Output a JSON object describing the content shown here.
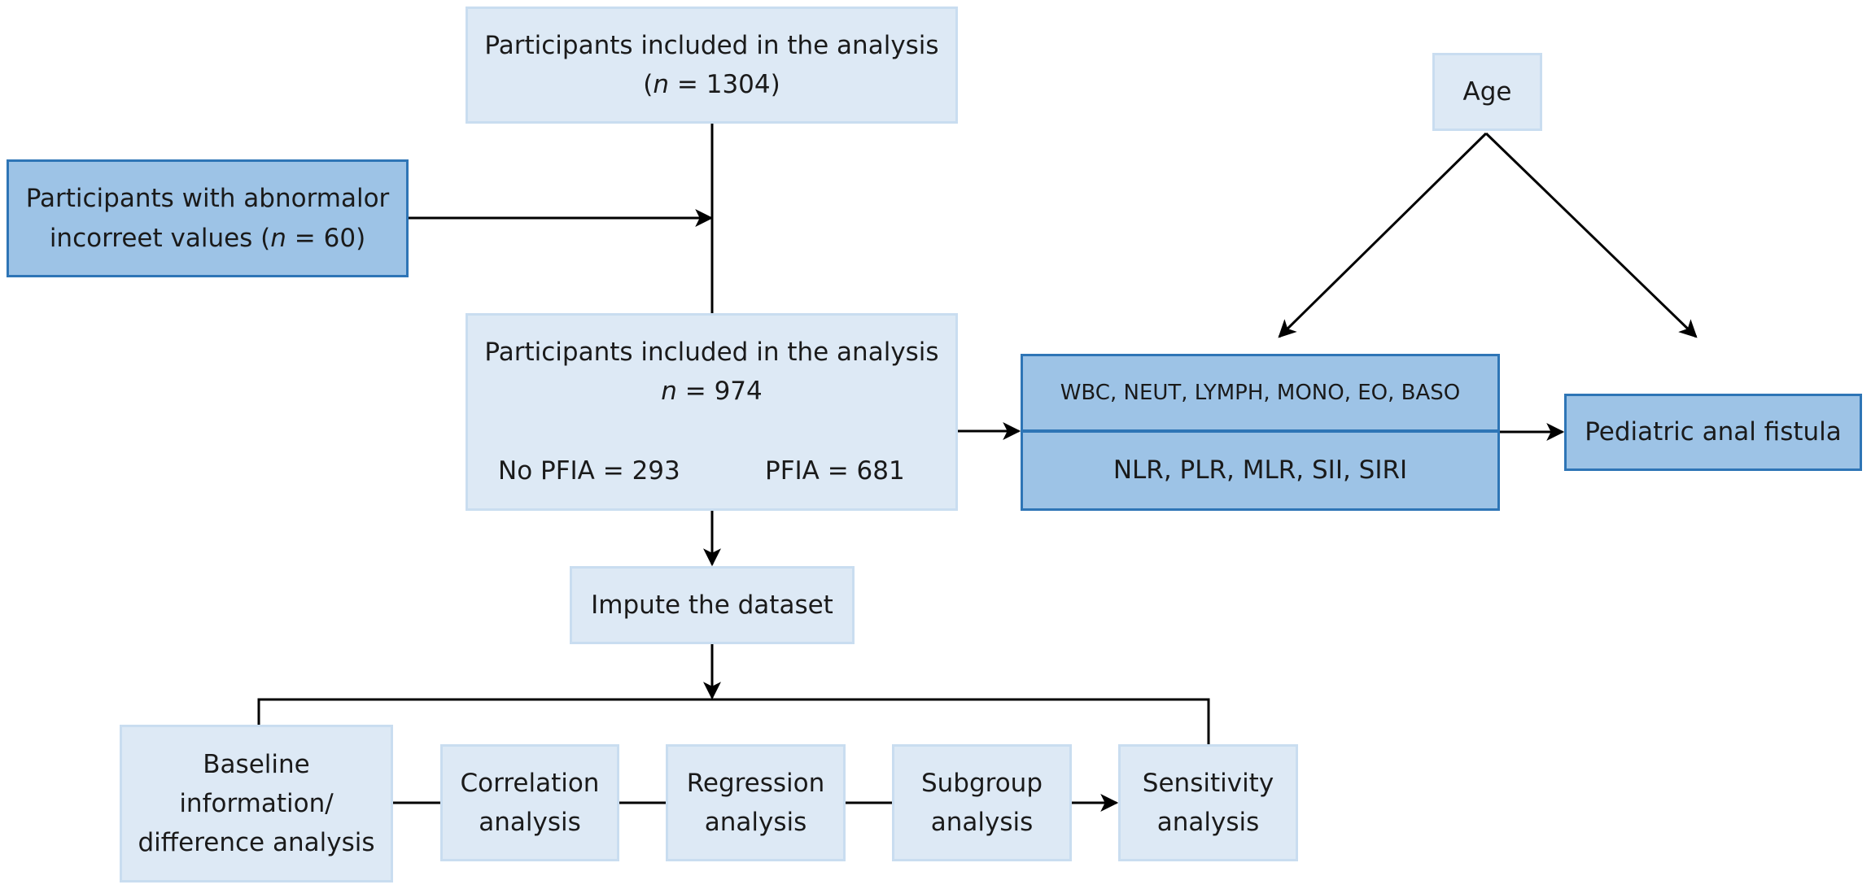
{
  "included_top": {
    "line1": "Participants included in the analysis",
    "pre": "(",
    "n": "n",
    "post": " = 1304)"
  },
  "excluded": {
    "line1": "Participants with abnormalor",
    "pre": "incorreet values (",
    "n": "n",
    "post": " = 60)"
  },
  "included_mid": {
    "line1": "Participants included in the analysis",
    "n": "n",
    "post": " = 974",
    "left_label": "No PFIA = 293",
    "right_label": "PFIA = 681"
  },
  "impute": {
    "label": "Impute the dataset"
  },
  "age": {
    "label": "Age"
  },
  "markers": {
    "row1": "WBC, NEUT, LYMPH, MONO, EO, BASO",
    "row2": "NLR, PLR, MLR, SII, SIRI"
  },
  "outcome": {
    "label": "Pediatric anal fistula"
  },
  "analyses": {
    "baseline": [
      "Baseline",
      "information/",
      "difference analysis"
    ],
    "correlation": [
      "Correlation",
      "analysis"
    ],
    "regression": [
      "Regression",
      "analysis"
    ],
    "subgroup": [
      "Subgroup",
      "analysis"
    ],
    "sensitivity": [
      "Sensitivity",
      "analysis"
    ]
  },
  "colors": {
    "light_fill": "#dde9f5",
    "light_border": "#c9ddf0",
    "dark_fill": "#9dc3e6",
    "dark_border": "#2e75b6",
    "arrow": "#000000"
  }
}
